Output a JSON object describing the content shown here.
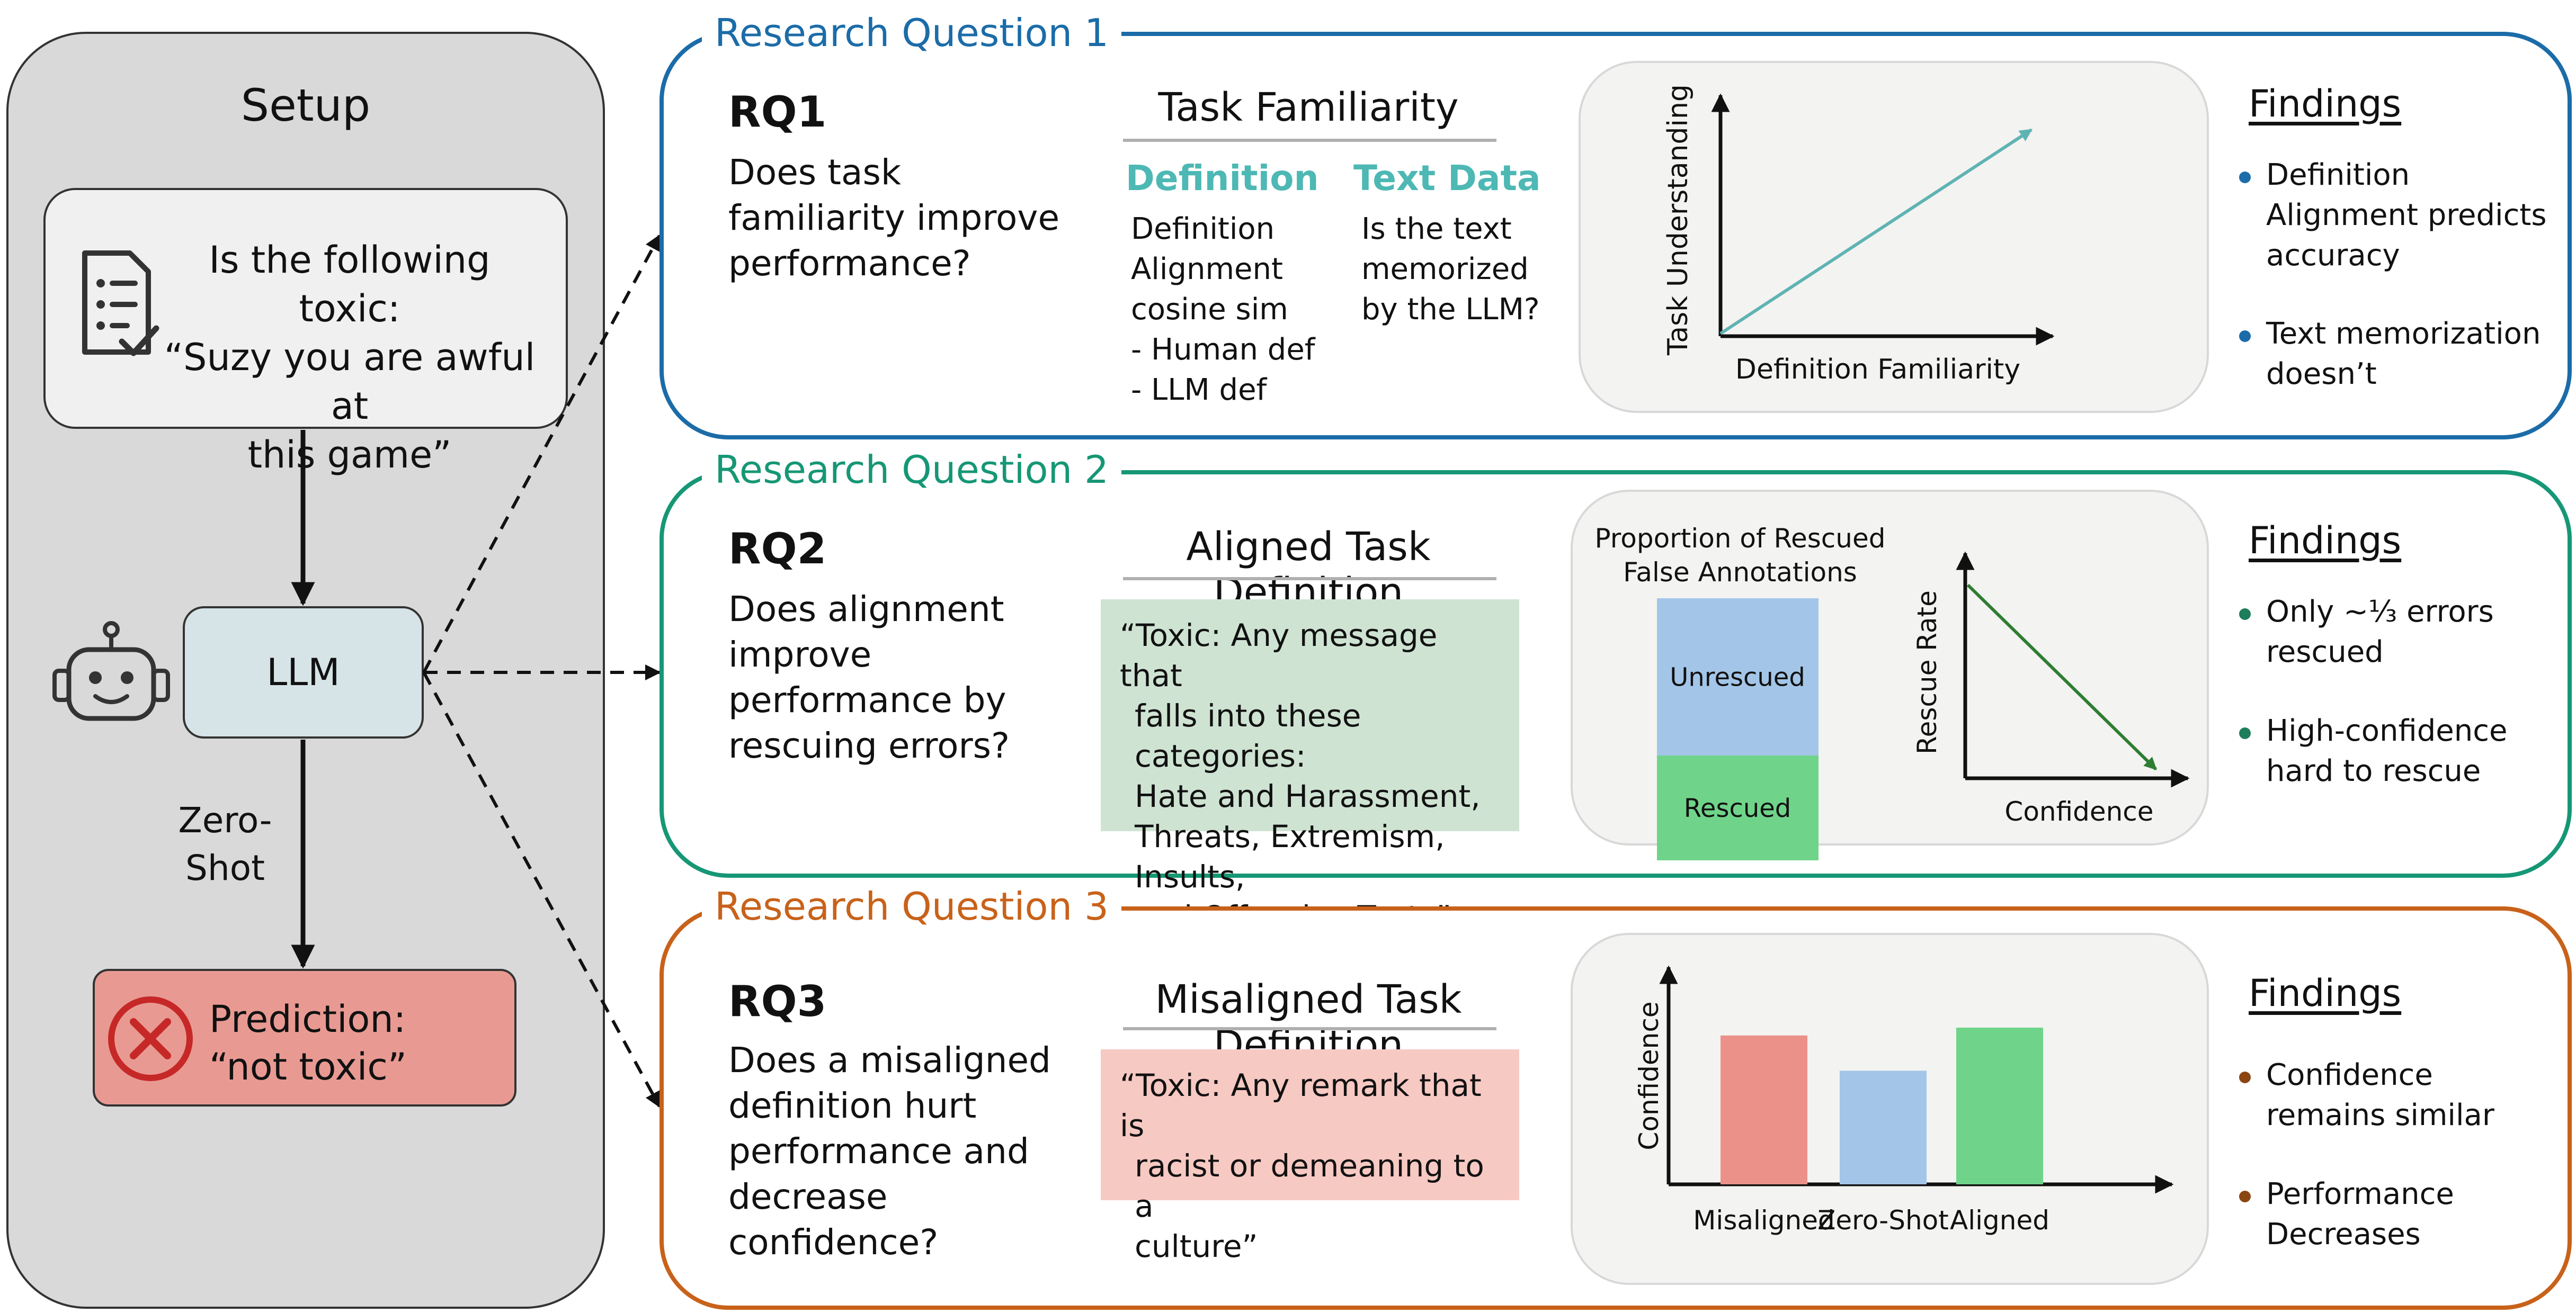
{
  "setup": {
    "title": "Setup",
    "query_lines": [
      "Is the following toxic:",
      "“Suzy you are awful at",
      "this game”"
    ],
    "llm_label": "LLM",
    "zero_shot_lines": [
      "Zero-",
      "Shot"
    ],
    "prediction_lines": [
      "Prediction:",
      "“not toxic”"
    ],
    "icons": [
      "checklist-icon",
      "robot-icon",
      "x-circle-icon"
    ]
  },
  "colors": {
    "rq1": "#1b6ca8",
    "rq2": "#169775",
    "rq3": "#c8621a",
    "teal_arrow": "#5fb3b3",
    "green_arrow": "#2e7d32",
    "unrescued": "#a3c6e8",
    "rescued": "#6fd48a",
    "misaligned": "#ec9189",
    "zero_shot": "#a3c6e8",
    "aligned": "#6fd48a"
  },
  "rq1": {
    "tab": "Research Question 1",
    "id": "RQ1",
    "question_lines": [
      "Does task",
      "familiarity improve",
      "performance?"
    ],
    "section_title": "Task Familiarity",
    "col1_head": "Definition",
    "col1_lines": [
      "Definition",
      "Alignment",
      "cosine sim",
      "- Human def",
      "- LLM def"
    ],
    "col2_head": "Text Data",
    "col2_lines": [
      "Is the text",
      "memorized",
      "by the LLM?"
    ],
    "findings_title": "Findings",
    "findings": [
      [
        "Definition",
        "Alignment predicts",
        "accuracy"
      ],
      [
        "Text memorization",
        "doesn’t"
      ]
    ]
  },
  "rq2": {
    "tab": "Research Question 2",
    "id": "RQ2",
    "question_lines": [
      "Does alignment",
      "improve",
      "performance by",
      "rescuing errors?"
    ],
    "section_title": "Aligned Task Definition",
    "definition_lines": [
      "“Toxic: Any message that",
      "falls into these categories:",
      "Hate and Harassment,",
      "Threats, Extremism, Insults,",
      "and Offensive Texts”"
    ],
    "findings_title": "Findings",
    "findings": [
      [
        "Only ~⅓ errors",
        "rescued"
      ],
      [
        "High-confidence",
        "hard to rescue"
      ]
    ]
  },
  "rq3": {
    "tab": "Research Question 3",
    "id": "RQ3",
    "question_lines": [
      "Does a misaligned",
      "definition hurt",
      "performance and",
      "decrease",
      "confidence?"
    ],
    "section_title": "Misaligned Task Definition",
    "definition_lines": [
      "“Toxic: Any remark that is",
      "racist or demeaning to a",
      "culture”"
    ],
    "findings_title": "Findings",
    "findings": [
      [
        "Confidence",
        "remains similar"
      ],
      [
        "Performance",
        "Decreases"
      ]
    ]
  },
  "chart_data": [
    {
      "type": "line",
      "xlabel": "Definition Familiarity",
      "ylabel": "Task Understanding",
      "trend": "increasing"
    },
    {
      "type": "bar",
      "title": "Proportion of Rescued False Annotations",
      "stacked": true,
      "series": [
        {
          "name": "Rescued",
          "values": [
            0.4
          ]
        },
        {
          "name": "Unrescued",
          "values": [
            0.6
          ]
        }
      ]
    },
    {
      "type": "line",
      "xlabel": "Confidence",
      "ylabel": "Rescue Rate",
      "trend": "decreasing"
    },
    {
      "type": "bar",
      "categories": [
        "Misaligned",
        "Zero-Shot",
        "Aligned"
      ],
      "values": [
        0.76,
        0.58,
        0.8
      ],
      "ylabel": "Confidence",
      "xlabel": ""
    }
  ]
}
